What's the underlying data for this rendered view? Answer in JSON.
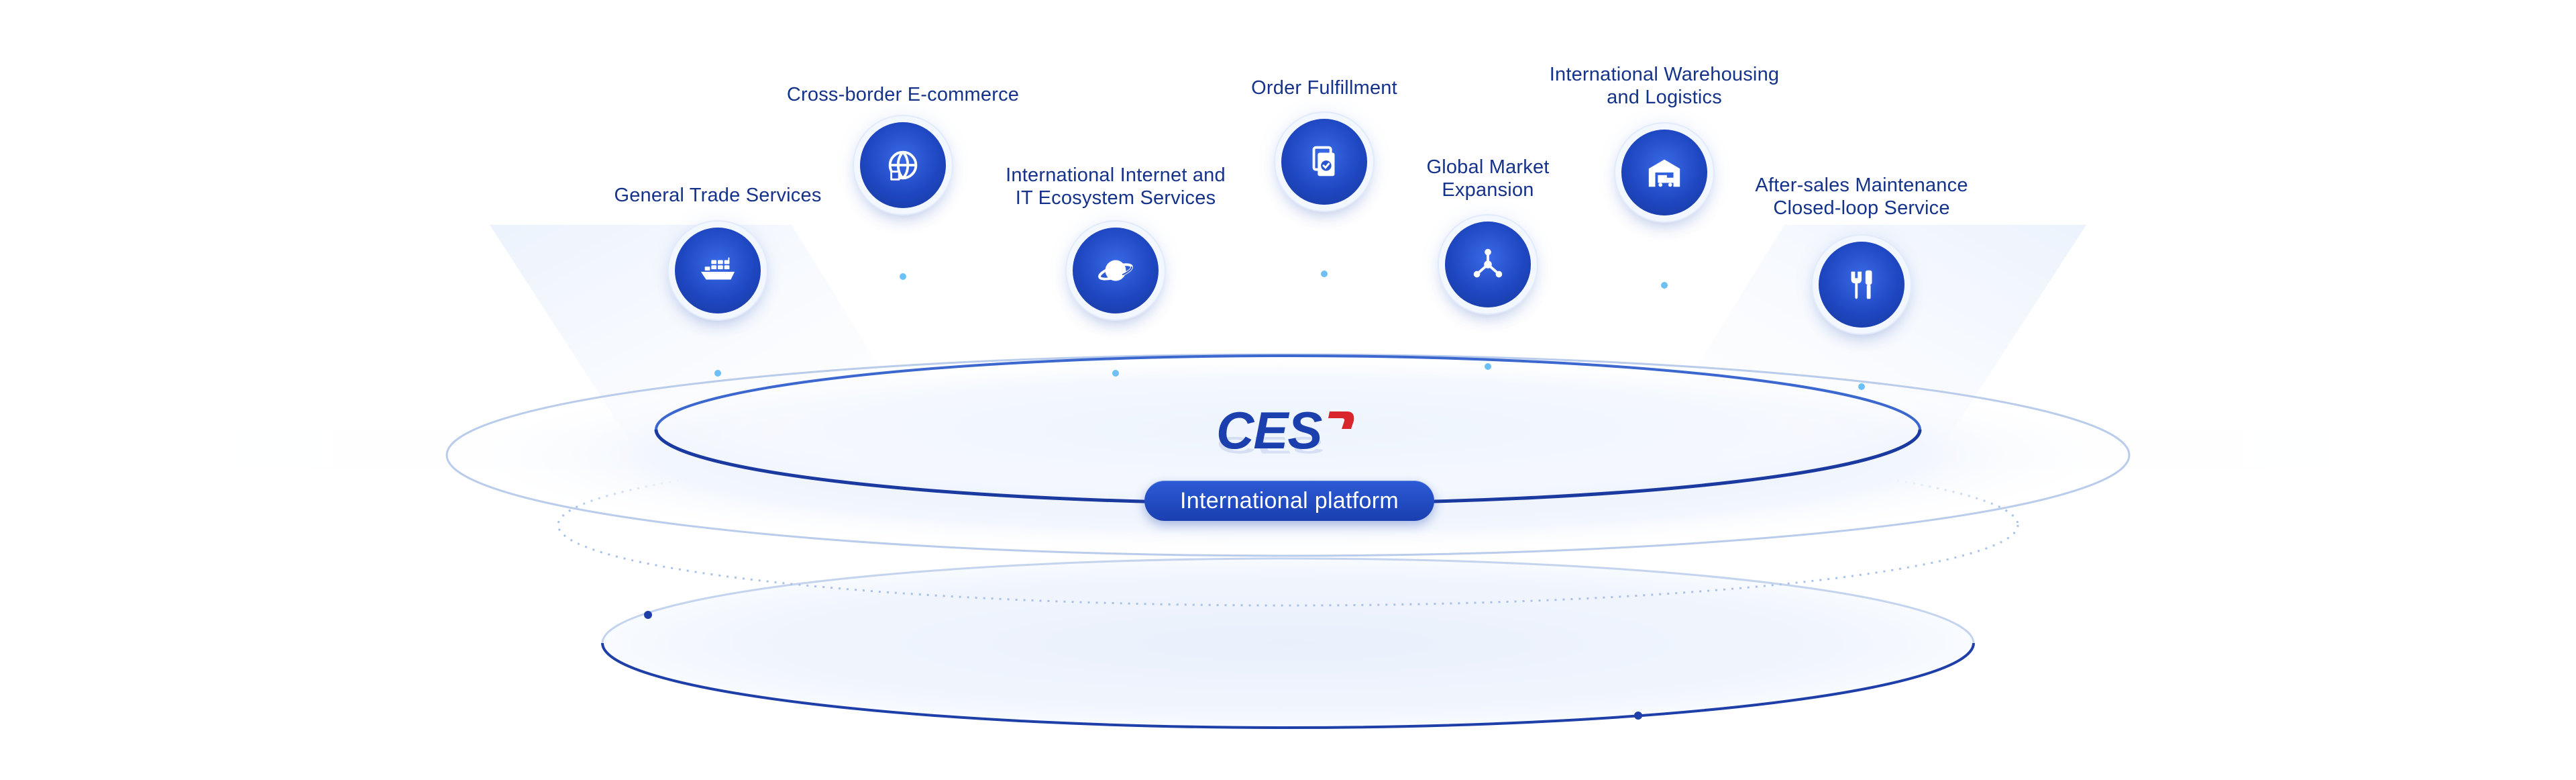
{
  "brand": {
    "logo_text": "CES",
    "accent_color": "#1c3fae",
    "logo_mark_color": "#d9262c"
  },
  "platform": {
    "label": "International platform"
  },
  "services": [
    {
      "key": "general-trade",
      "label": "General Trade Services",
      "icon": "cargo-ship-icon"
    },
    {
      "key": "cross-border",
      "label": "Cross-border E-commerce",
      "icon": "globe-icon"
    },
    {
      "key": "internet-it",
      "label": "International Internet and\nIT Ecosystem Services",
      "icon": "planet-icon"
    },
    {
      "key": "fulfillment",
      "label": "Order Fulfillment",
      "icon": "document-check-icon"
    },
    {
      "key": "market-expansion",
      "label": "Global Market\nExpansion",
      "icon": "network-nodes-icon"
    },
    {
      "key": "warehousing",
      "label": "International Warehousing\nand Logistics",
      "icon": "warehouse-truck-icon"
    },
    {
      "key": "after-sales",
      "label": "After-sales Maintenance\nClosed-loop Service",
      "icon": "tools-icon"
    }
  ]
}
